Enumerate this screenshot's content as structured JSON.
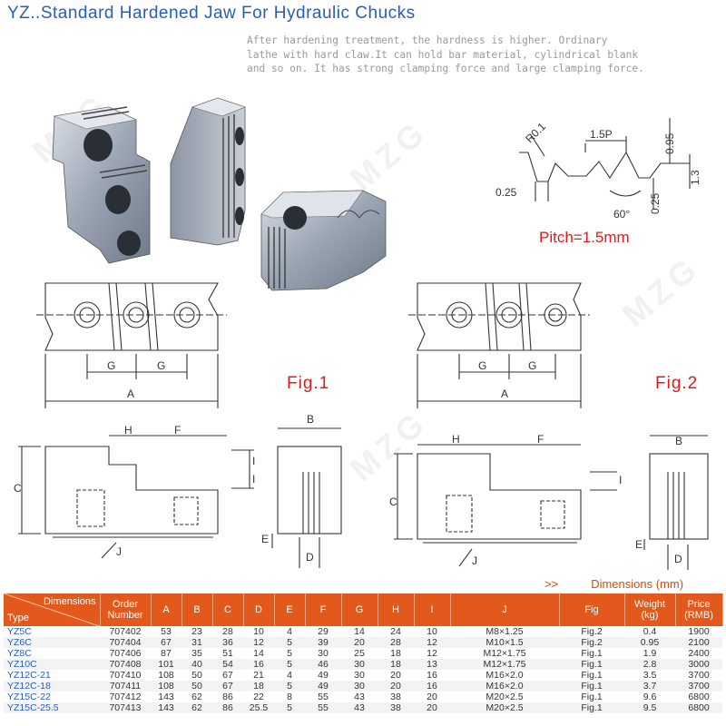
{
  "title": {
    "prefix": "YZ..",
    "text": "Standard Hardened Jaw For Hydraulic Chucks"
  },
  "description": [
    "After hardening treatment, the hardness is higher. Ordinary",
    "lathe with hard claw.It can hold bar material, cylindrical blank",
    "and so on. It has strong clamping force and large clamping force."
  ],
  "watermark": "MZG",
  "pitch_detail": {
    "r": "R0.1",
    "p": "1.5P",
    "d1": "0.95",
    "d2": "1.3",
    "d3": "0.25",
    "d4": "0.25",
    "angle": "60°",
    "caption": "Pitch=1.5mm"
  },
  "figures": {
    "fig1": "Fig.1",
    "fig2": "Fig.2"
  },
  "dim_labels": {
    "a": "A",
    "b": "B",
    "c": "C",
    "d": "D",
    "e": "E",
    "f": "F",
    "g": "G",
    "h": "H",
    "i": "I",
    "j": "J"
  },
  "dimensions_heading": {
    "arrow": ">>",
    "text": "Dimensions (mm)"
  },
  "table": {
    "header": {
      "type_top": "Dimensions",
      "type_bottom": "Type",
      "cols": [
        "Order Number",
        "A",
        "B",
        "C",
        "D",
        "E",
        "F",
        "G",
        "H",
        "I",
        "J",
        "Fig",
        "Weight (kg)",
        "Price (RMB)"
      ]
    },
    "rows": [
      [
        "YZ5C",
        "707402",
        "53",
        "23",
        "28",
        "10",
        "4",
        "29",
        "14",
        "24",
        "10",
        "M8×1.25",
        "Fig.2",
        "0.4",
        "1900"
      ],
      [
        "YZ6C",
        "707404",
        "67",
        "31",
        "36",
        "12",
        "5",
        "39",
        "20",
        "28",
        "12",
        "M10×1.5",
        "Fig.2",
        "0.95",
        "2100"
      ],
      [
        "YZ8C",
        "707406",
        "87",
        "35",
        "51",
        "14",
        "5",
        "30",
        "25",
        "18",
        "12",
        "M12×1.75",
        "Fig.1",
        "1.9",
        "2400"
      ],
      [
        "YZ10C",
        "707408",
        "101",
        "40",
        "54",
        "16",
        "5",
        "46",
        "30",
        "18",
        "13",
        "M12×1.75",
        "Fig.1",
        "2.8",
        "3000"
      ],
      [
        "YZ12C-21",
        "707410",
        "108",
        "50",
        "67",
        "21",
        "4",
        "49",
        "30",
        "20",
        "16",
        "M16×2.0",
        "Fig.1",
        "3.5",
        "3700"
      ],
      [
        "YZ12C-18",
        "707411",
        "108",
        "50",
        "67",
        "18",
        "5",
        "49",
        "30",
        "20",
        "16",
        "M16×2.0",
        "Fig.1",
        "3.7",
        "3700"
      ],
      [
        "YZ15C-22",
        "707412",
        "143",
        "62",
        "86",
        "22",
        "8",
        "55",
        "43",
        "38",
        "20",
        "M20×2.5",
        "Fig.1",
        "9.6",
        "6800"
      ],
      [
        "YZ15C-25.5",
        "707413",
        "143",
        "62",
        "86",
        "25.5",
        "5",
        "55",
        "43",
        "38",
        "20",
        "M20×2.5",
        "Fig.1",
        "9.5",
        "6800"
      ]
    ]
  }
}
